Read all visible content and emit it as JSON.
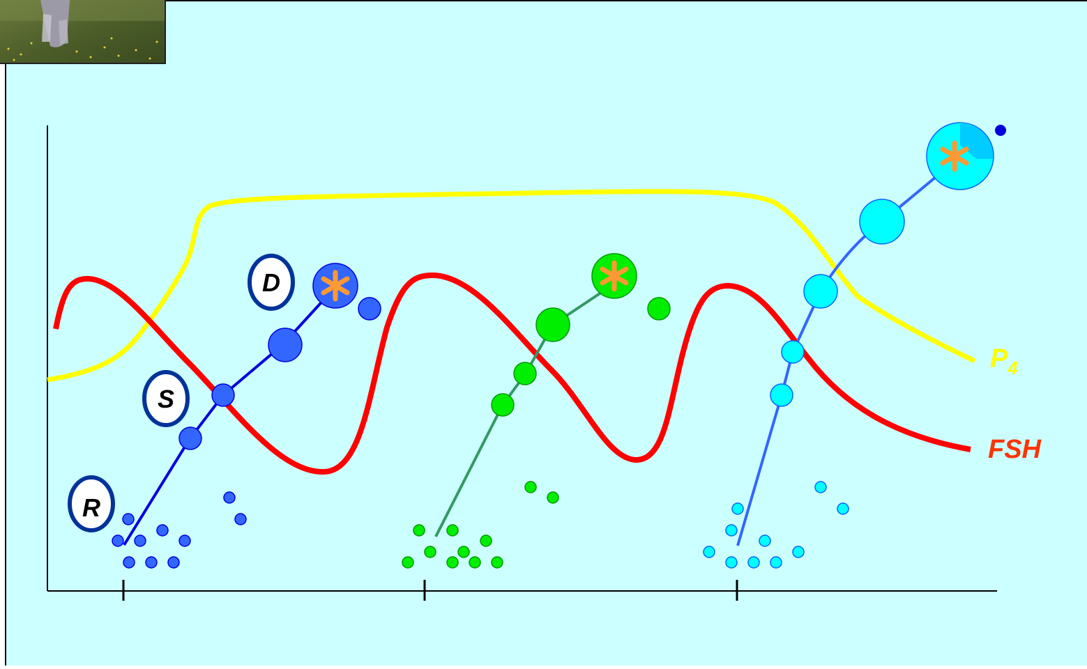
{
  "colors": {
    "background": "#CCFFFF",
    "axis": "#000000",
    "p4_curve": "#FFFF00",
    "fsh_curve": "#FF0000",
    "fsh_label": "#FF3300",
    "wave1": "#0000DD",
    "wave1_follicle": "#3366FF",
    "wave2_line": "#339966",
    "wave2_follicle": "#00EE00",
    "wave3_line": "#3366FF",
    "wave3_follicle": "#00FFFF",
    "ovulation_star": "#FF9933",
    "phase_circle_border": "#003399"
  },
  "labels": {
    "p4": "P",
    "p4_subscript": "4",
    "fsh": "FSH",
    "recruitment": "R",
    "selection": "S",
    "dominance": "D"
  },
  "icons": {
    "photo": "photo-thumbnail",
    "ovulation": "asterisk-icon"
  }
}
